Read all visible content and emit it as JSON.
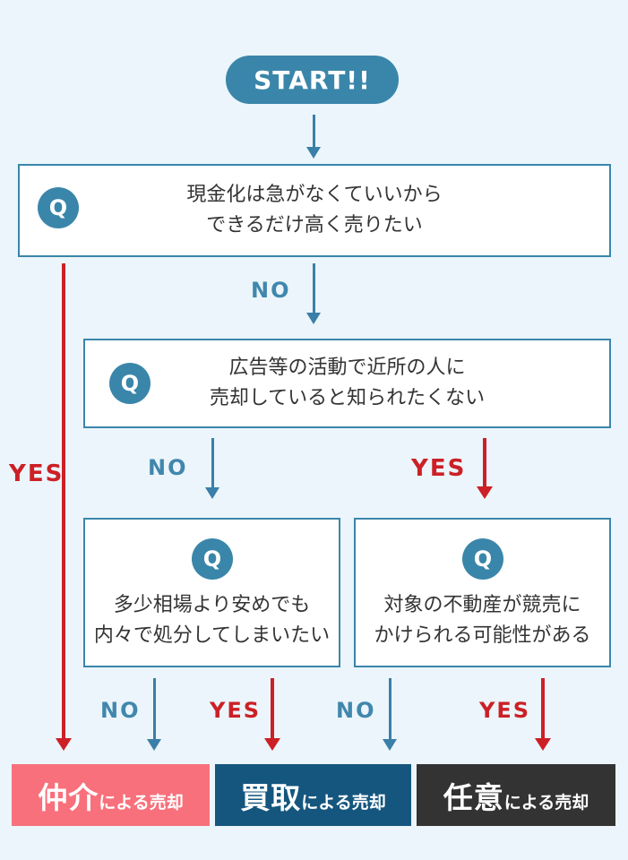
{
  "diagram_title": "real-estate-sale-decision-flowchart",
  "colors": {
    "background": "#ebf5fb",
    "node_teal": "#3a86aa",
    "branch_blue": "#4187ad",
    "branch_red": "#cc2026",
    "result_pink": "#f8707b",
    "result_navy": "#15567e",
    "result_dark": "#333333",
    "question_text": "#333333"
  },
  "start": {
    "label": "START!!"
  },
  "questions": [
    {
      "badge": "Q",
      "line1": "現金化は急がなくていいから",
      "line2": "できるだけ高く売りたい"
    },
    {
      "badge": "Q",
      "line1": "広告等の活動で近所の人に",
      "line2": "売却していると知られたくない"
    },
    {
      "badge": "Q",
      "line1": "多少相場より安めでも",
      "line2": "内々で処分してしまいたい"
    },
    {
      "badge": "Q",
      "line1": "対象の不動産が競売に",
      "line2": "かけられる可能性がある"
    }
  ],
  "branches": {
    "q1_no": "NO",
    "q1_yes": "YES",
    "q2_no": "NO",
    "q2_yes": "YES",
    "q3_no": "NO",
    "q3_yes": "YES",
    "q4_no": "NO",
    "q4_yes": "YES"
  },
  "results": [
    {
      "emphasis": "仲介",
      "suffix": "による売却"
    },
    {
      "emphasis": "買取",
      "suffix": "による売却"
    },
    {
      "emphasis": "任意",
      "suffix": "による売却"
    }
  ]
}
